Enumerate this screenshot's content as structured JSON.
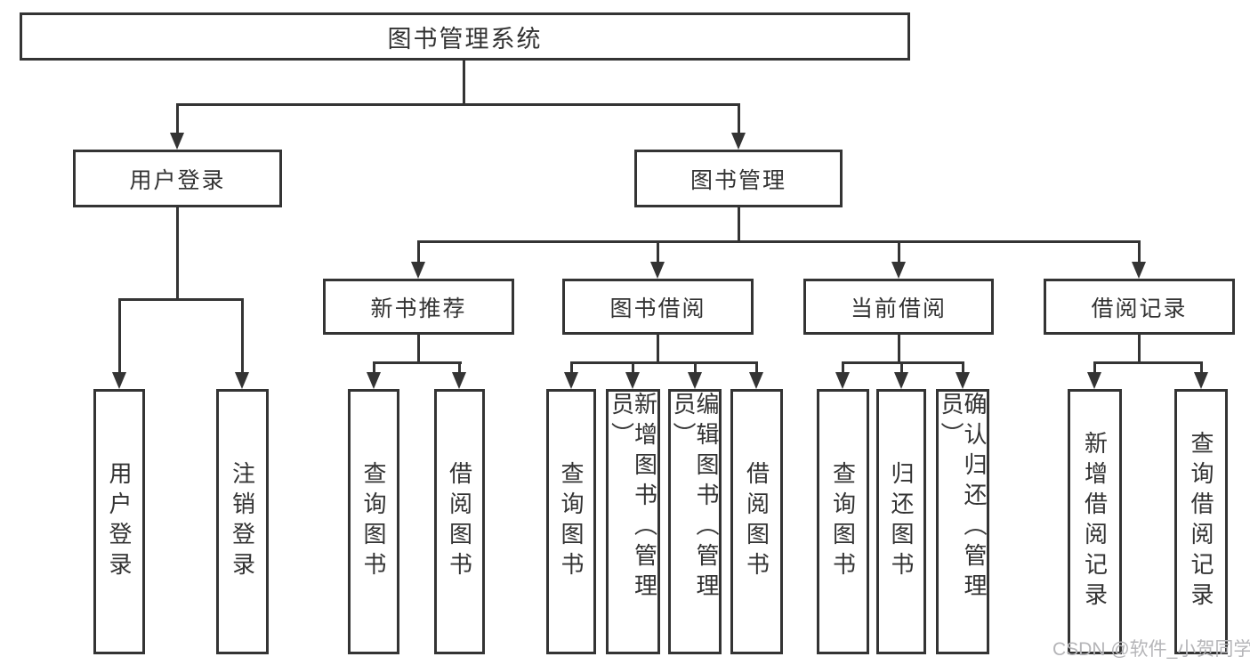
{
  "tree": {
    "label": "图书管理系统",
    "children": [
      {
        "label": "用户登录",
        "children": [
          {
            "label": "用户登录"
          },
          {
            "label": "注销登录"
          }
        ]
      },
      {
        "label": "图书管理",
        "children": [
          {
            "label": "新书推荐",
            "children": [
              {
                "label": "查询图书"
              },
              {
                "label": "借阅图书"
              }
            ]
          },
          {
            "label": "图书借阅",
            "children": [
              {
                "label": "查询图书"
              },
              {
                "label": "新增图书（管理员）"
              },
              {
                "label": "编辑图书（管理员）"
              },
              {
                "label": "借阅图书"
              }
            ]
          },
          {
            "label": "当前借阅",
            "children": [
              {
                "label": "查询图书"
              },
              {
                "label": "归还图书"
              },
              {
                "label": "确认归还（管理员）"
              }
            ]
          },
          {
            "label": "借阅记录",
            "children": [
              {
                "label": "新增借阅记录"
              },
              {
                "label": "查询借阅记录"
              }
            ]
          }
        ]
      }
    ]
  },
  "watermark": {
    "text": "CSDN @软件_小贺同学"
  },
  "colors": {
    "line": "#343434",
    "text": "#333333",
    "watermark": "#b5b5b8",
    "background": "#ffffff"
  }
}
